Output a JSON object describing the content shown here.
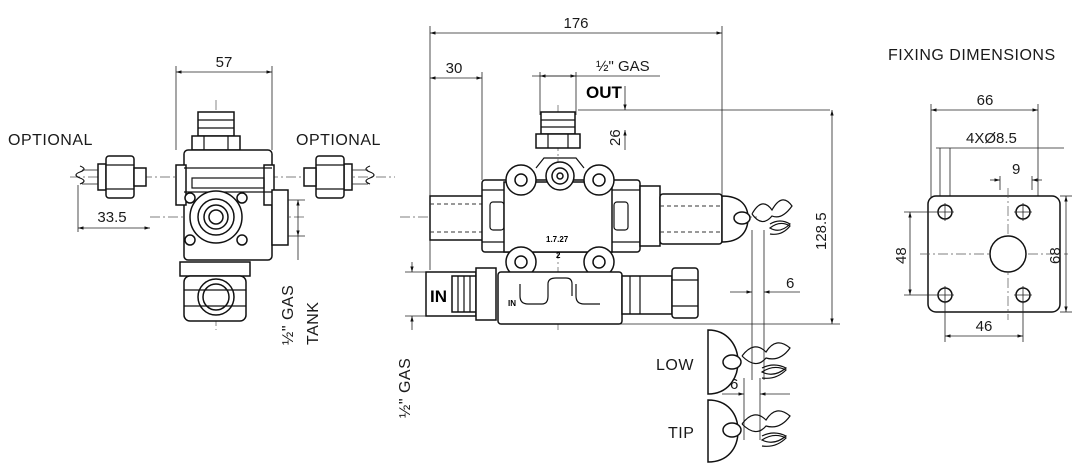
{
  "dimensions": {
    "d57": "57",
    "d33_5": "33.5",
    "d176": "176",
    "d30": "30",
    "d26": "26",
    "d128_5": "128.5",
    "d6a": "6",
    "d6b": "6",
    "d66": "66",
    "d9": "9",
    "d48": "48",
    "d68": "68",
    "d46": "46",
    "holes": "4XØ8.5"
  },
  "labels": {
    "optional_left": "OPTIONAL",
    "optional_right": "OPTIONAL",
    "gas_top": "½\" GAS",
    "gas_tank": "½\" GAS",
    "tank": "TANK",
    "gas_in": "½\" GAS",
    "out": "OUT",
    "in_big": "IN",
    "in_small": "IN",
    "low": "LOW",
    "tip": "TIP",
    "fixing": "FIXING DIMENSIONS",
    "code1": "1.7.27",
    "code2": "2"
  }
}
